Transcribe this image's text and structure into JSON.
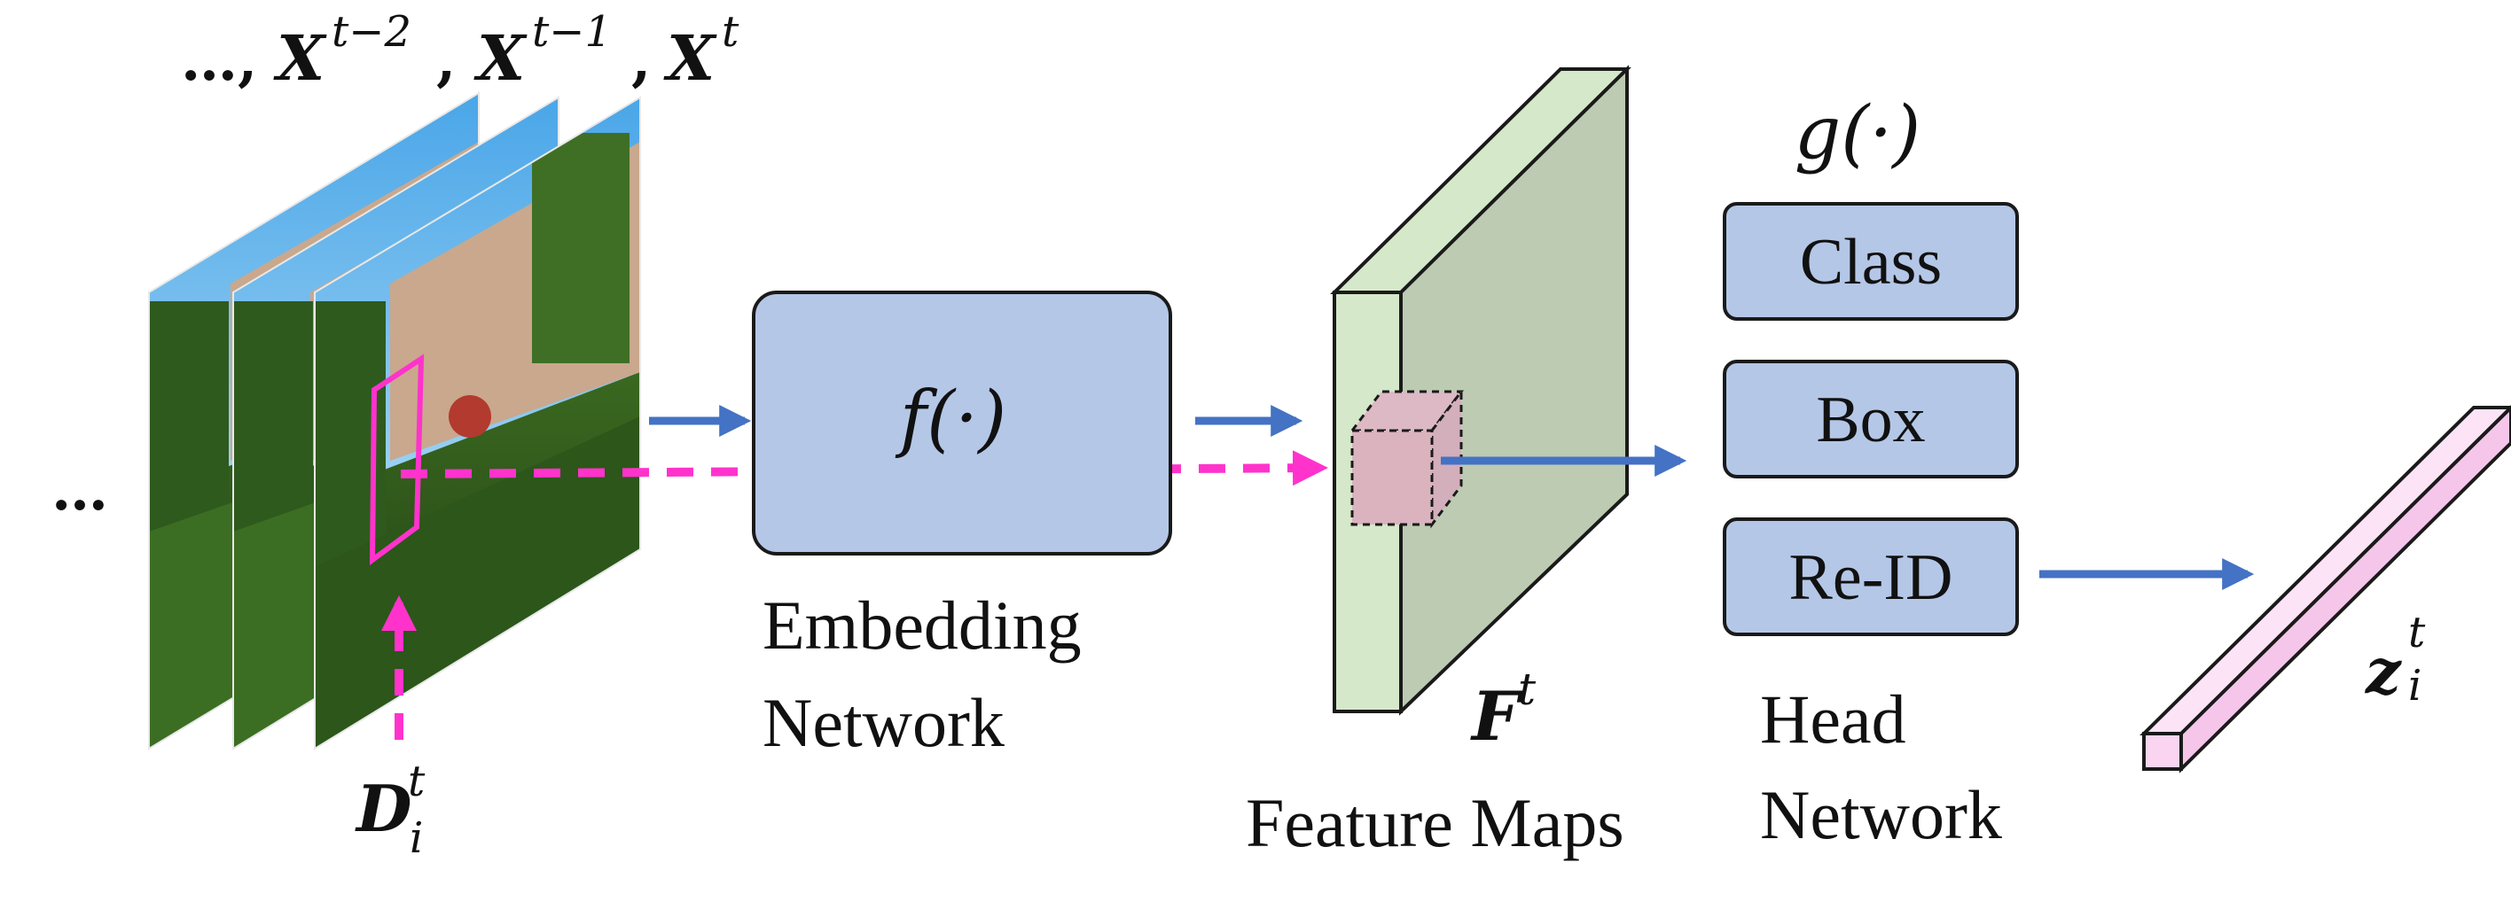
{
  "frames_label": {
    "prefix": "…,",
    "x2": "X",
    "x2_sup": "t−2",
    "x1": "X",
    "x1_sup": "t−1",
    "x0": "X",
    "x0_sup": "t"
  },
  "left_ellipsis": "…",
  "detection_label": {
    "base": "D",
    "sub": "i",
    "sup": "t"
  },
  "embedding": {
    "function": "f(·)",
    "caption_line1": "Embedding",
    "caption_line2": "Network"
  },
  "feature_maps": {
    "symbol": "F",
    "sup": "t",
    "caption": "Feature Maps"
  },
  "head": {
    "function": "g(·)",
    "blocks": [
      "Class",
      "Box",
      "Re-ID"
    ],
    "caption_line1": "Head",
    "caption_line2": "Network"
  },
  "output": {
    "base": "z",
    "sub": "i",
    "sup": "t"
  },
  "colors": {
    "block_fill": "#b4c7e7",
    "block_stroke": "#1a1a1a",
    "arrow_blue": "#4472c4",
    "dash_magenta": "#ff33cc",
    "feature_front": "#d5e8c9",
    "feature_side": "#bccbb2",
    "output_fill": "#fbd4f0"
  }
}
